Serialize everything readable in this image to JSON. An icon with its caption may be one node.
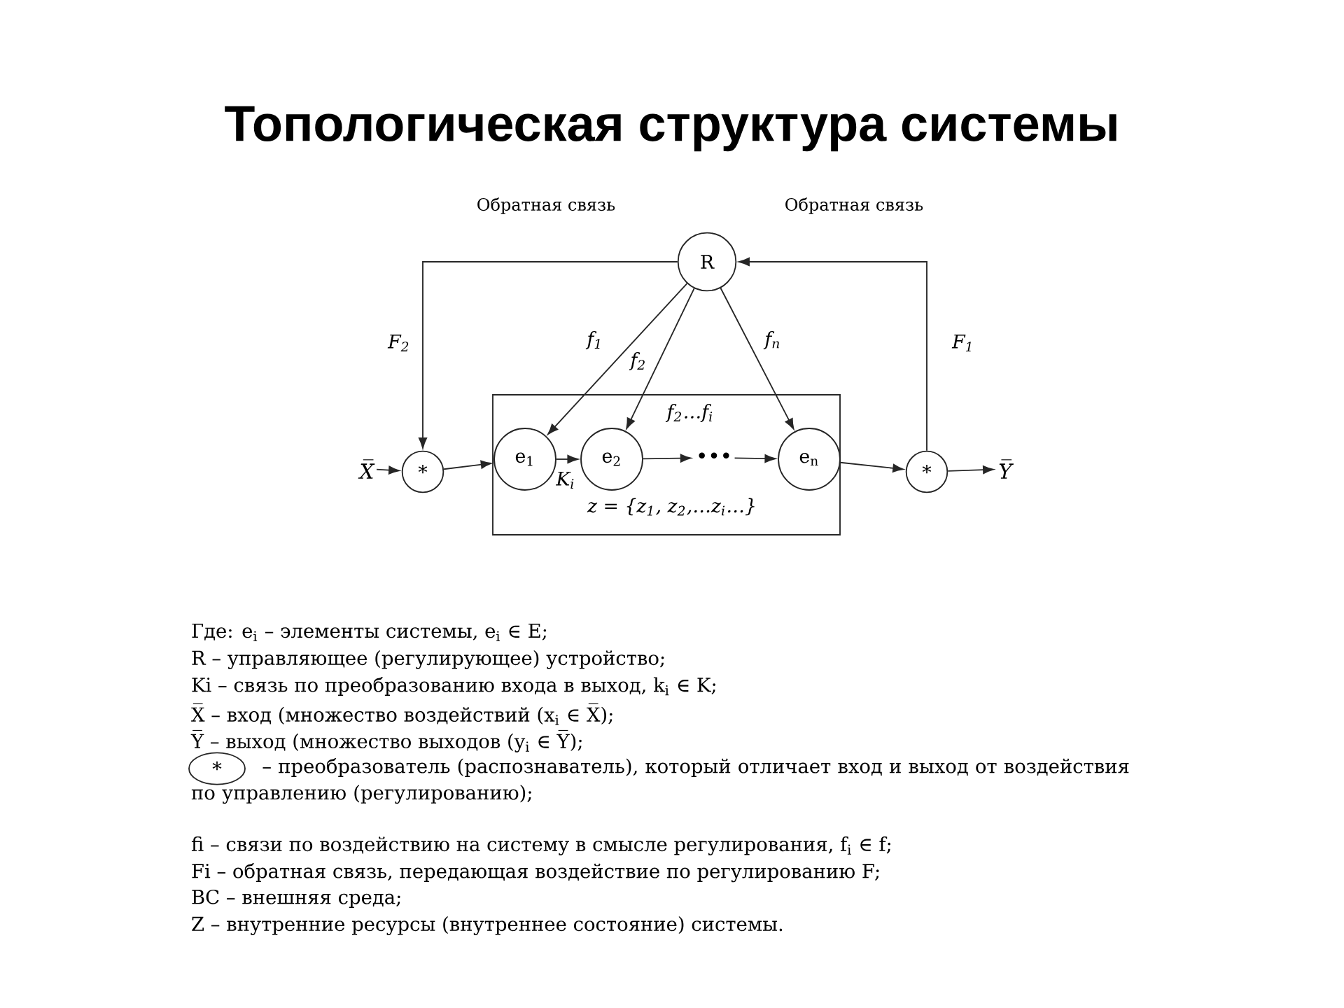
{
  "diagram": {
    "title": "Топологическая структура системы",
    "nodes": [
      {
        "text": [
          "X̅"
        ]
      },
      {
        "text": [
          "*"
        ]
      },
      {
        "text": [
          "f$_{2}$…f$_{i}$",
          "z = {z$_{1}$, z$_{2}$,…z$_{i}$…}"
        ]
      },
      {
        "text": [
          "e$_{1}$"
        ],
        "in": 2
      },
      {
        "text": [
          "e$_{2}$"
        ],
        "in": 2
      },
      {
        "text": [
          "•••"
        ],
        "in": 2
      },
      {
        "text": [
          "e$_{n}$"
        ],
        "in": 2
      },
      {
        "text": [
          "*"
        ]
      },
      {
        "text": [
          "Y̅"
        ]
      },
      {
        "text": [
          "R"
        ]
      }
    ],
    "edges": [
      {
        "from": 0,
        "to": 1,
        "arrow": "to"
      },
      {
        "from": 1,
        "to": 3,
        "arrow": "to"
      },
      {
        "from": 3,
        "to": 4,
        "arrow": "to",
        "label": "K$_{i}$"
      },
      {
        "from": 4,
        "to": 5,
        "arrow": "to"
      },
      {
        "from": 5,
        "to": 6,
        "arrow": "to"
      },
      {
        "from": 6,
        "to": 7,
        "arrow": "to"
      },
      {
        "from": 7,
        "to": 8,
        "arrow": "to"
      },
      {
        "from": 7,
        "to": 9,
        "arrow": "to",
        "label": "F$_{1}$"
      },
      {
        "from": 9,
        "to": 1,
        "arrow": "to",
        "label": "F$_{2}$"
      },
      {
        "from": 9,
        "to": 3,
        "arrow": "to",
        "label": "f$_{1}$"
      },
      {
        "from": 9,
        "to": 4,
        "arrow": "to",
        "label": "f$_{2}$"
      },
      {
        "from": 9,
        "to": 6,
        "arrow": "to",
        "label": "f$_{n}$"
      }
    ],
    "labels": [
      "Обратная связь",
      "Обратная связь",
      "Где: e$_{i}$ – элементы системы, e$_{i}$ ∈ E;",
      "R – управляющее (регулирующее) устройство;",
      "Ki – связь по преобразованию входа в выход, k$_{i}$ ∈ K;",
      "X̅ – вход (множество воздействий (x$_{i}$ ∈ X̅);",
      "Y̅ – выход (множество выходов (y$_{i}$ ∈ Y̅);",
      "*",
      "– преобразователь (распознаватель), который отличает вход и выход от воздействия по управлению (регулированию);",
      "fi – связи по воздействию на систему в смысле регулирования, f$_{i}$ ∈ f;",
      "Fi – обратная связь, передающая воздействие по регулированию F;",
      "ВС – внешняя среда;",
      "Z – внутренние ресурсы (внутреннее состояние) системы."
    ]
  }
}
